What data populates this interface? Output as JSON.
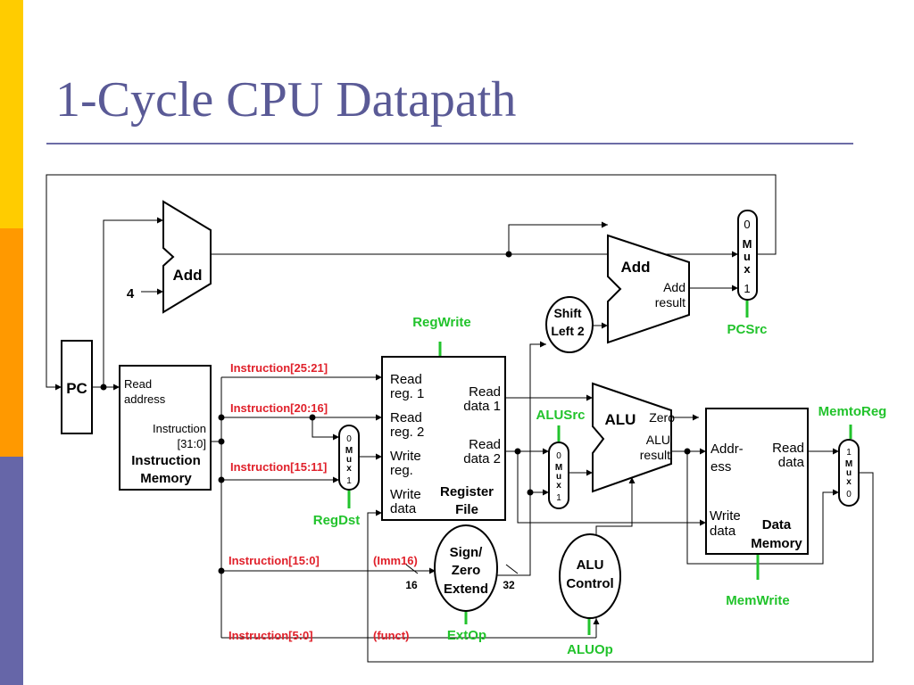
{
  "slide": {
    "title": "1-Cycle CPU Datapath",
    "strip_colors": [
      "#ffcc00",
      "#ff9900",
      "#6666a8"
    ]
  },
  "components": {
    "pc": "PC",
    "pc_adder": "Add",
    "pc_adder_const": "4",
    "branch_adder": "Add",
    "branch_adder_out": [
      "Add",
      "result"
    ],
    "pc_mux": [
      "0",
      "M",
      "u",
      "x",
      "1"
    ],
    "shift_left": [
      "Shift",
      "Left 2"
    ],
    "inst_mem": {
      "read_addr": [
        "Read",
        "address"
      ],
      "instr_out": [
        "Instruction",
        "[31:0]"
      ],
      "name": [
        "Instruction",
        "Memory"
      ]
    },
    "reg_file": {
      "read_reg1": [
        "Read",
        "reg. 1"
      ],
      "read_reg2": [
        "Read",
        "reg. 2"
      ],
      "write_reg": [
        "Write",
        "reg."
      ],
      "write_data": [
        "Write",
        "data"
      ],
      "read_data1": [
        "Read",
        "data 1"
      ],
      "read_data2": [
        "Read",
        "data 2"
      ],
      "name": [
        "Register",
        "File"
      ]
    },
    "regdst_mux": [
      "0",
      "M",
      "u",
      "x",
      "1"
    ],
    "alusrc_mux": [
      "0",
      "M",
      "u",
      "x",
      "1"
    ],
    "alu": {
      "name": "ALU",
      "zero": "Zero",
      "result": [
        "ALU",
        "result"
      ]
    },
    "data_mem": {
      "addr": [
        "Addr-",
        "ess"
      ],
      "read_data": [
        "Read",
        "data"
      ],
      "write_data": [
        "Write",
        "data"
      ],
      "name": [
        "Data",
        "Memory"
      ]
    },
    "memtoreg_mux": [
      "1",
      "M",
      "u",
      "x",
      "0"
    ],
    "sign_extend": [
      "Sign/",
      "Zero",
      "Extend"
    ],
    "se_in_width": "16",
    "se_out_width": "32",
    "alu_control": [
      "ALU",
      "Control"
    ]
  },
  "instruction_fields": {
    "rs": "Instruction[25:21]",
    "rt": "Instruction[20:16]",
    "rd": "Instruction[15:11]",
    "imm": "Instruction[15:0]",
    "imm_note": "(Imm16)",
    "funct": "Instruction[5:0]",
    "funct_note": "(funct)"
  },
  "control_signals": {
    "regwrite": "RegWrite",
    "pcsrc": "PCSrc",
    "regdst": "RegDst",
    "alusrc": "ALUSrc",
    "memtoreg": "MemtoReg",
    "memwrite": "MemWrite",
    "extop": "ExtOp",
    "aluop": "ALUOp"
  }
}
